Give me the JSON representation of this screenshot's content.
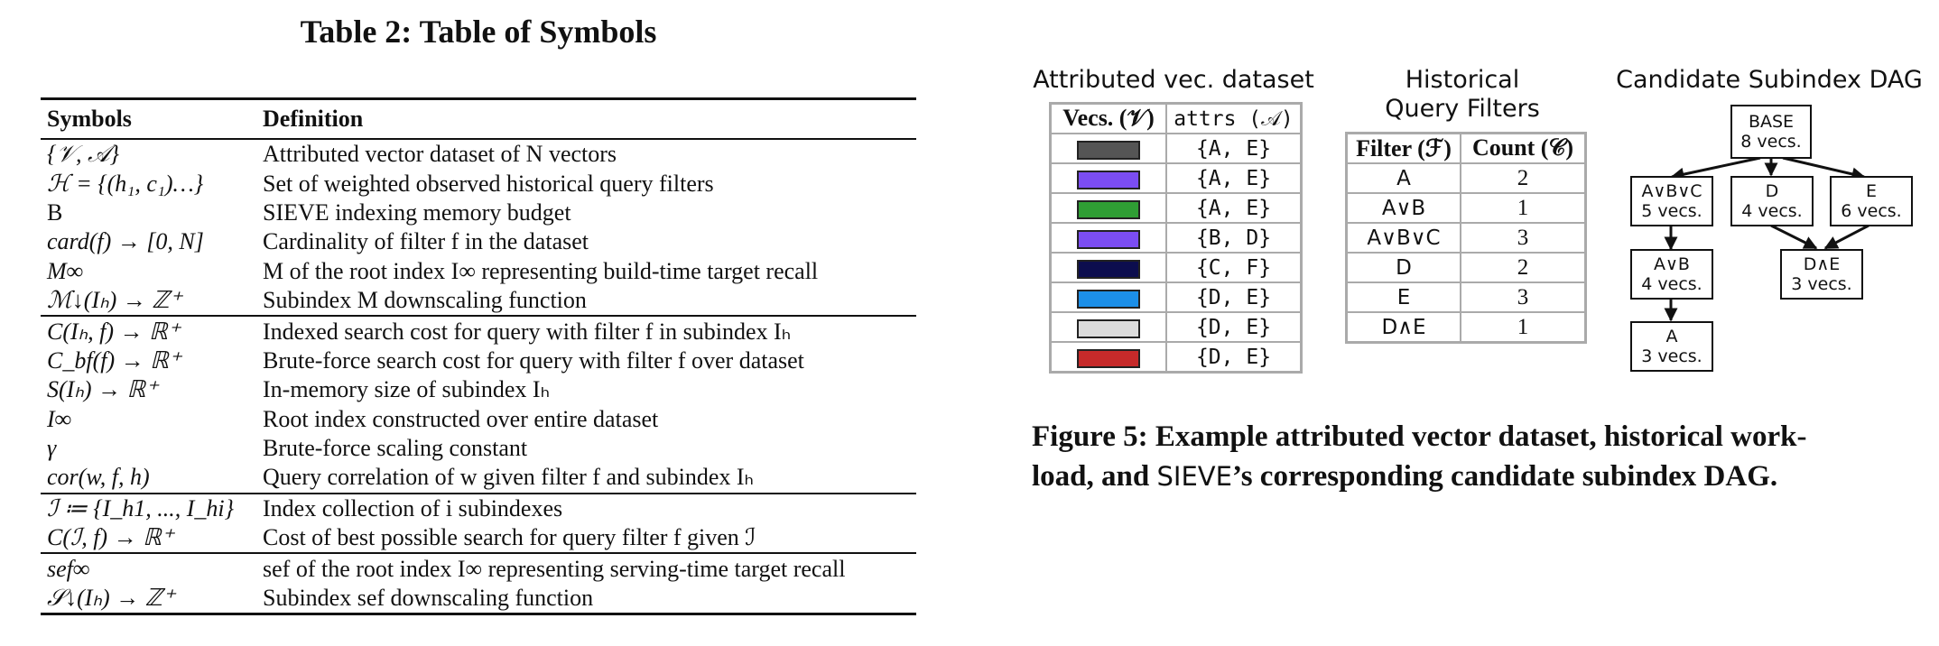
{
  "table": {
    "caption": "Table 2: Table of Symbols",
    "headers": {
      "symbols": "Symbols",
      "definition": "Definition"
    },
    "rows": [
      {
        "symbol": "{𝒱, 𝒜}",
        "definition": "Attributed vector dataset of N vectors"
      },
      {
        "symbol": "ℋ = {(h₁, c₁)…}",
        "definition": "Set of weighted observed historical query filters"
      },
      {
        "symbol": "B",
        "definition": "SIEVE indexing memory budget"
      },
      {
        "symbol": "card(f) → [0, N]",
        "definition": "Cardinality of filter f in the dataset"
      },
      {
        "symbol": "M∞",
        "definition": "M of the root index I∞ representing build-time target recall"
      },
      {
        "symbol": "ℳ↓(Iₕ) → ℤ⁺",
        "definition": "Subindex M downscaling function"
      },
      {
        "symbol": "C(Iₕ, f) → ℝ⁺",
        "definition": "Indexed search cost for query with filter f in subindex Iₕ"
      },
      {
        "symbol": "C_bf(f) → ℝ⁺",
        "definition": "Brute-force search cost for query with filter f over dataset"
      },
      {
        "symbol": "S(Iₕ) → ℝ⁺",
        "definition": "In-memory size of subindex Iₕ"
      },
      {
        "symbol": "I∞",
        "definition": "Root index constructed over entire dataset"
      },
      {
        "symbol": "γ",
        "definition": "Brute-force scaling constant"
      },
      {
        "symbol": "cor(w, f, h)",
        "definition": "Query correlation of w given filter f and subindex Iₕ"
      },
      {
        "symbol": "ℐ ≔ {I_h1, ..., I_hi}",
        "definition": "Index collection of i subindexes"
      },
      {
        "symbol": "C(ℐ, f) → ℝ⁺",
        "definition": "Cost of best possible search for query filter f given ℐ"
      },
      {
        "symbol": "sef∞",
        "definition": "sef of the root index I∞ representing serving-time target recall"
      },
      {
        "symbol": "𝒮↓(Iₕ) → ℤ⁺",
        "definition": "Subindex sef downscaling function"
      }
    ]
  },
  "figure": {
    "dataset_title": "Attributed vec. dataset",
    "dataset_headers": {
      "vecs": "Vecs. (𝒱)",
      "attrs": "attrs (𝒜)"
    },
    "dataset_rows": [
      {
        "color": "#555555",
        "attrs": "{A, E}"
      },
      {
        "color": "#7b4df2",
        "attrs": "{A, E}"
      },
      {
        "color": "#2f9e34",
        "attrs": "{A, E}"
      },
      {
        "color": "#7b4df2",
        "attrs": "{B, D}"
      },
      {
        "color": "#0c0d4e",
        "attrs": "{C, F}"
      },
      {
        "color": "#1c8fe8",
        "attrs": "{D, E}"
      },
      {
        "color": "#dcdcdc",
        "attrs": "{D, E}"
      },
      {
        "color": "#c62a2a",
        "attrs": "{D, E}"
      }
    ],
    "filters_title_line1": "Historical",
    "filters_title_line2": "Query Filters",
    "filters_headers": {
      "filter": "Filter (ℱ)",
      "count": "Count (𝒞)"
    },
    "filters_rows": [
      {
        "filter": "A",
        "count": "2"
      },
      {
        "filter": "A∨B",
        "count": "1"
      },
      {
        "filter": "A∨B∨C",
        "count": "3"
      },
      {
        "filter": "D",
        "count": "2"
      },
      {
        "filter": "E",
        "count": "3"
      },
      {
        "filter": "D∧E",
        "count": "1"
      }
    ],
    "dag_title": "Candidate Subindex DAG",
    "dag_nodes": {
      "base": {
        "name": "BASE",
        "vecs": "8 vecs."
      },
      "avbvc": {
        "name": "A∨B∨C",
        "vecs": "5 vecs."
      },
      "d": {
        "name": "D",
        "vecs": "4 vecs."
      },
      "e": {
        "name": "E",
        "vecs": "6 vecs."
      },
      "avb": {
        "name": "A∨B",
        "vecs": "4 vecs."
      },
      "dande": {
        "name": "D∧E",
        "vecs": "3 vecs."
      },
      "a": {
        "name": "A",
        "vecs": "3 vecs."
      }
    },
    "caption_part1": "Figure 5: Example attributed vector dataset, historical work-",
    "caption_part2a": "load, and ",
    "caption_sieve": "SIEVE",
    "caption_part2b": "’s corresponding candidate subindex DAG."
  }
}
